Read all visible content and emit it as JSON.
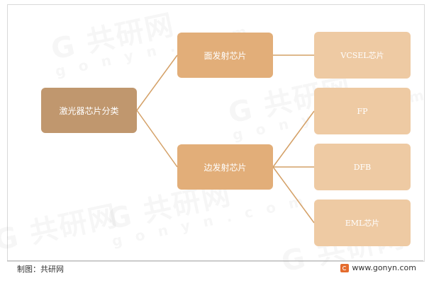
{
  "diagram": {
    "root": "激光器芯片分类",
    "branches": [
      {
        "label": "面发射芯片",
        "children": [
          "VCSEL芯片"
        ]
      },
      {
        "label": "边发射芯片",
        "children": [
          "FP",
          "DFB",
          "EML芯片"
        ]
      }
    ]
  },
  "watermark": {
    "brand": "共研网",
    "domain": "www.gonyn.com"
  },
  "footer": {
    "credit": "制图：共研网",
    "website": "www.gonyn.com"
  },
  "colors": {
    "root": "#c0976e",
    "branch": "#e2ae79",
    "leaf": "#eecaa3",
    "connector": "#d4a066"
  }
}
